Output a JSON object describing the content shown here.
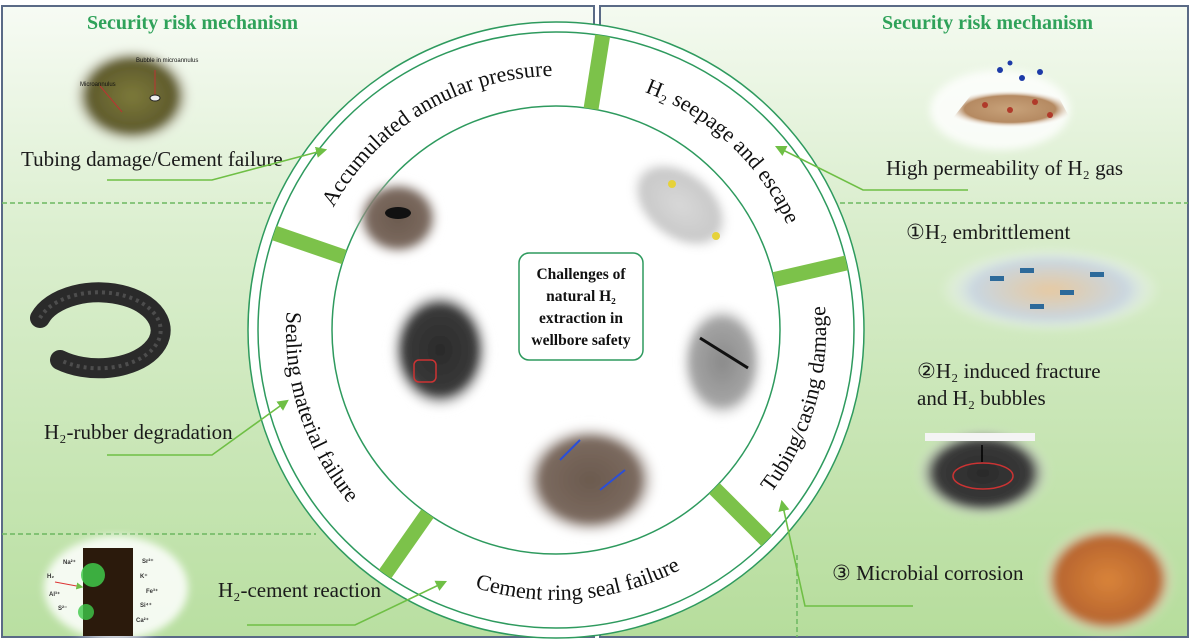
{
  "colors": {
    "accent": "#7cc24a",
    "line": "#2e9a5e",
    "header": "#2fa25a",
    "frame": "#5a6a86"
  },
  "left_panel": {
    "header": "Security risk mechanism",
    "items": [
      {
        "label": "Tubing damage/Cement failure",
        "icon": "microannulus-photo"
      },
      {
        "label": "H₂-rubber degradation",
        "icon": "rubber-ring-photo"
      },
      {
        "label": "H₂-cement reaction",
        "icon": "cement-reaction-photo"
      }
    ],
    "photo_labels": {
      "bubble": "Bubble in microannulus",
      "micro": "Microannulus"
    },
    "ions": [
      "Na²⁺",
      "H₂",
      "Al³⁺",
      "S²⁻",
      "Sr²⁺",
      "K⁺",
      "Fe³⁺",
      "Si⁴⁺",
      "Ca²⁺"
    ]
  },
  "right_panel": {
    "header": "Security risk mechanism",
    "items": [
      {
        "label": "High permeability of H₂ gas",
        "icon": "permeability-photo"
      },
      {
        "label": "①H₂ embrittlement",
        "icon": "embrittlement-diagram"
      },
      {
        "label": "②H₂ induced fracture",
        "label2": "and H₂ bubbles",
        "icon": "fracture-photo"
      },
      {
        "label": "③ Microbial corrosion",
        "icon": "corrosion-photo"
      }
    ]
  },
  "ring": {
    "segments": [
      "Accumulated annular pressure",
      "H₂ seepage and escape",
      "Tubing/casing damage",
      "Cement ring seal failure",
      "Sealing material failure"
    ]
  },
  "center": {
    "lines": [
      "Challenges of",
      "natural H₂",
      "extraction in",
      "wellbore safety"
    ]
  }
}
